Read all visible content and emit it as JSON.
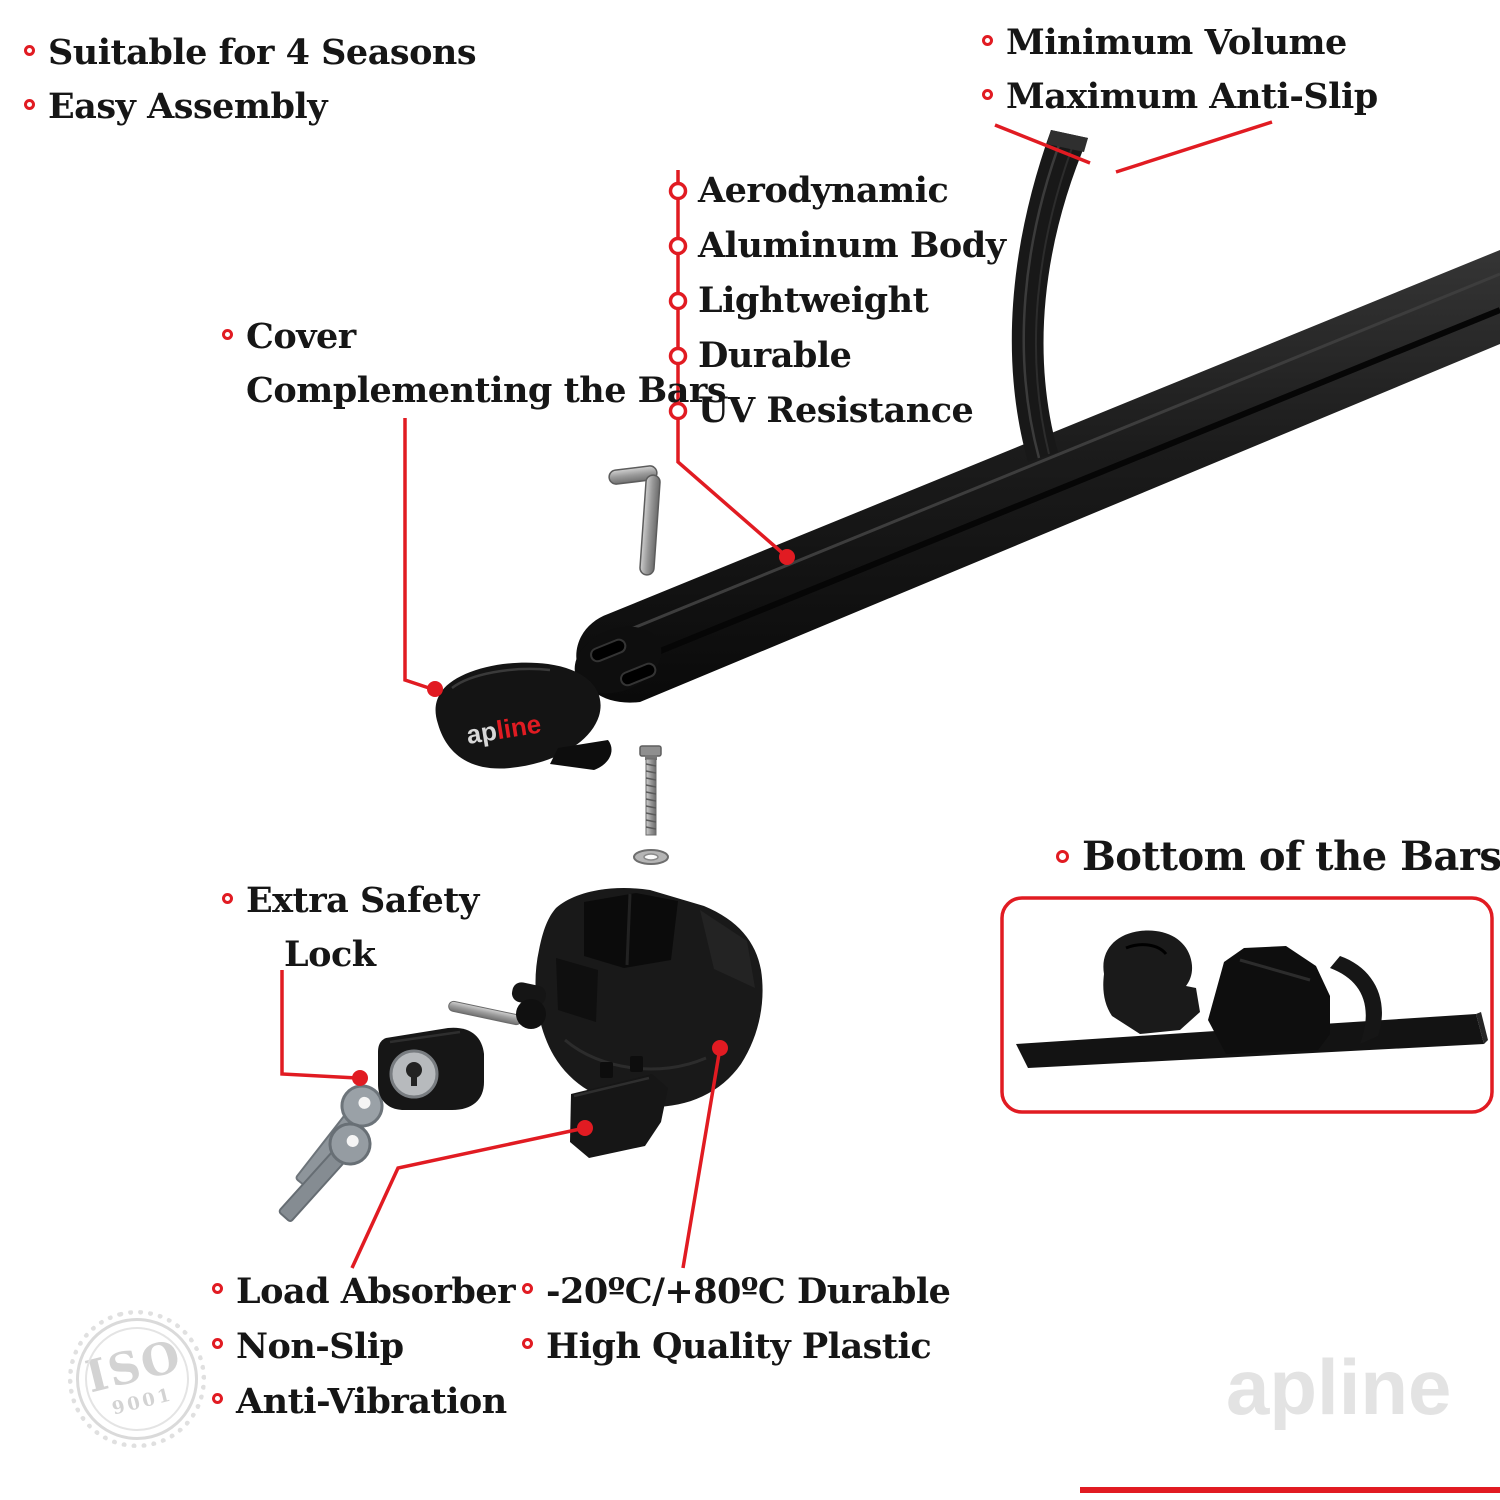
{
  "colors": {
    "accent_red": "#e11b22",
    "text": "#161616",
    "watermark_gray": "#e3e3e3"
  },
  "top_left_features": [
    "Suitable for 4 Seasons",
    "Easy Assembly"
  ],
  "top_right_features": [
    "Minimum Volume",
    "Maximum Anti-Slip"
  ],
  "bar_features": [
    "Aerodynamic",
    "Aluminum Body",
    "Lightweight",
    "Durable",
    "UV Resistance"
  ],
  "cover_label": [
    "Cover",
    "Complementing the Bars"
  ],
  "safety_lock_label": [
    "Extra Safety",
    "Lock"
  ],
  "bottom_of_bars_label": "Bottom of the Bars",
  "bottom_left_features": [
    "Load Absorber",
    "Non-Slip",
    "Anti-Vibration"
  ],
  "bottom_center_features": [
    "-20ºC/+80ºC Durable",
    "High Quality Plastic"
  ],
  "brand": {
    "cover_ap": "ap",
    "cover_line": "line",
    "watermark": "apline"
  },
  "iso_stamp": {
    "title": "ISO",
    "subtitle": "9001"
  }
}
